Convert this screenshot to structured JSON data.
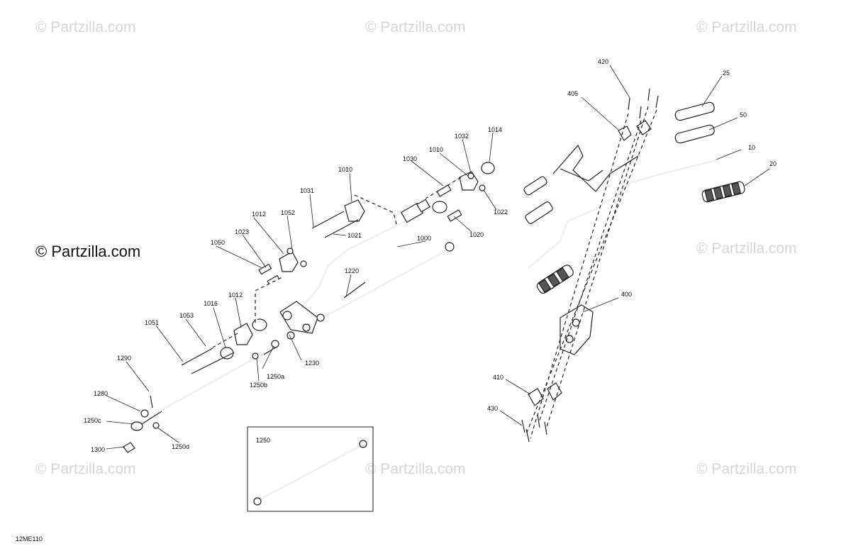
{
  "watermarks": {
    "text": "© Partzilla.com",
    "main": "© Partzilla.com"
  },
  "diagram_code": "12ME110",
  "labels": {
    "l10": "10",
    "l20": "20",
    "l25": "25",
    "l50": "50",
    "l400": "400",
    "l405": "405",
    "l410": "410",
    "l420": "420",
    "l430": "430",
    "l1000": "1000",
    "l1010a": "1010",
    "l1010b": "1010",
    "l1012a": "1012",
    "l1012b": "1012",
    "l1014": "1014",
    "l1016": "1016",
    "l1020": "1020",
    "l1021": "1021",
    "l1022": "1022",
    "l1023": "1023",
    "l1030": "1030",
    "l1031": "1031",
    "l1032": "1032",
    "l1050": "1050",
    "l1051": "1051",
    "l1052": "1052",
    "l1053": "1053",
    "l1220": "1220",
    "l1230": "1230",
    "l1250": "1250",
    "l1250a": "1250a",
    "l1250b": "1250b",
    "l1250c": "1250c",
    "l1250d": "1250d",
    "l1280": "1280",
    "l1290": "1290",
    "l1300": "1300"
  }
}
